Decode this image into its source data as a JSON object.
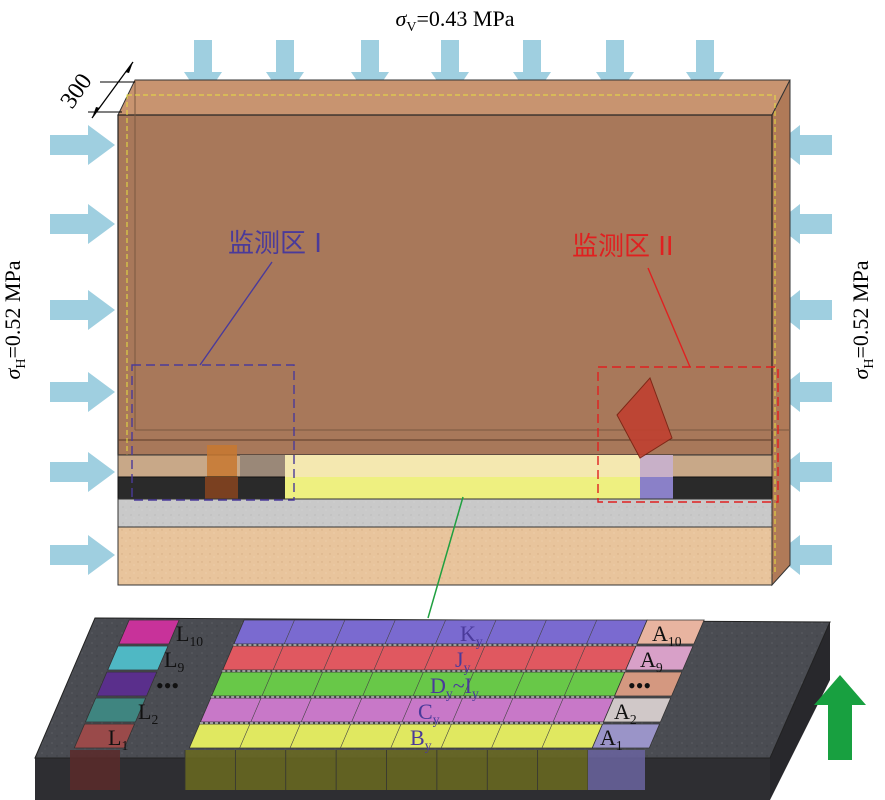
{
  "stress": {
    "vertical": {
      "sym": "σ",
      "sub": "V",
      "value": "=0.43 MPa"
    },
    "horizontal_left": {
      "sym": "σ",
      "sub": "H",
      "value": "=0.52 MPa"
    },
    "horizontal_right": {
      "sym": "σ",
      "sub": "H",
      "value": "=0.52 MPa"
    }
  },
  "dimension": {
    "thickness": "300"
  },
  "zones": {
    "zone1": {
      "label": "监测区 I",
      "color": "#4a3a9a"
    },
    "zone2": {
      "label": "监测区 II",
      "color": "#e02020"
    }
  },
  "strip": {
    "left_column": [
      {
        "main": "L",
        "sub": "10",
        "color": "#c8329a"
      },
      {
        "main": "L",
        "sub": "9",
        "color": "#4fb8c4"
      },
      {
        "main": "•••",
        "sub": "",
        "color": "#5a2f8c"
      },
      {
        "main": "L",
        "sub": "2",
        "color": "#3f8580"
      },
      {
        "main": "L",
        "sub": "1",
        "color": "#9a4a4a"
      }
    ],
    "right_column": [
      {
        "main": "A",
        "sub": "10",
        "color": "#e8b4a0"
      },
      {
        "main": "A",
        "sub": "9",
        "color": "#d8a0c8"
      },
      {
        "main": "•••",
        "sub": "",
        "color": "#d49880"
      },
      {
        "main": "A",
        "sub": "2",
        "color": "#d0c8c8"
      },
      {
        "main": "A",
        "sub": "1",
        "color": "#9a94c8"
      }
    ],
    "rows": [
      {
        "main": "K",
        "sub": "y",
        "color": "#7a6ad0"
      },
      {
        "main": "J",
        "sub": "y",
        "color": "#e05860"
      },
      {
        "main": "D",
        "sub": "y",
        "extra_main": "I",
        "extra_sub": "y",
        "tilde": "~",
        "color": "#68c848"
      },
      {
        "main": "C",
        "sub": "y",
        "color": "#c878c8"
      },
      {
        "main": "B",
        "sub": "y",
        "color": "#e0e860"
      }
    ]
  },
  "colors": {
    "arrow": "#9fcfe0",
    "model_top": "#c89068",
    "model_body": "#a8785a",
    "coal_layer": "#2a2a2a",
    "rock_gray": "#c8c8c8",
    "sand": "#e8c8a0",
    "rib_fill": "#f2e8a0",
    "green_arrow": "#18a040"
  }
}
